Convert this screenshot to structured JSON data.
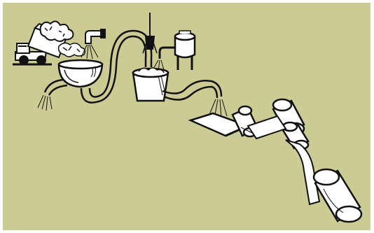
{
  "colors": {
    "background": "#cbcb93",
    "ink": "#111111",
    "paper": "#ffffff",
    "frame": "#ffffff"
  },
  "stages": [
    {
      "name": "truck-dumping-wood-chips",
      "icon": "dump-truck-icon"
    },
    {
      "name": "chip-digester",
      "icon": "digester-bowl-icon"
    },
    {
      "name": "pulp-beater",
      "icon": "beater-tank-icon"
    },
    {
      "name": "chemical-tank",
      "icon": "tank-icon"
    },
    {
      "name": "wire-mesh-table",
      "icon": "screen-table-icon"
    },
    {
      "name": "press-rollers",
      "icon": "roller-icon"
    },
    {
      "name": "finished-paper-roll",
      "icon": "paper-roll-icon"
    }
  ]
}
